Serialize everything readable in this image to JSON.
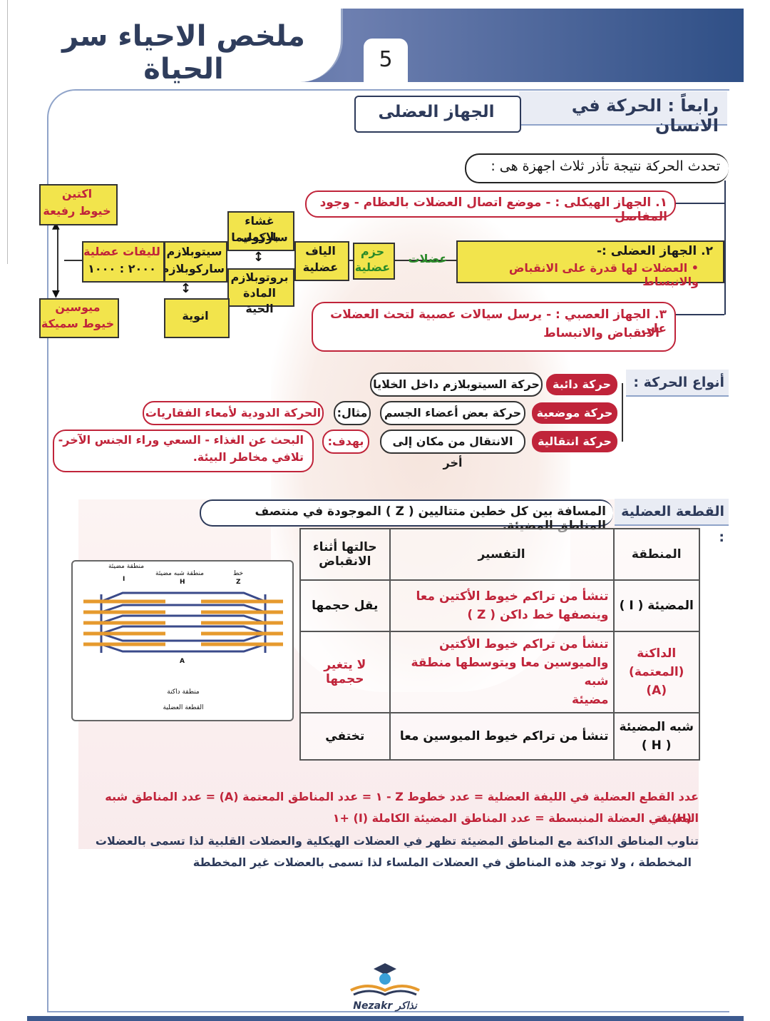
{
  "header": {
    "title": "ملخص الاحياء سر الحياة",
    "page_number": "5"
  },
  "section": {
    "title": "رابعاً : الحركة في الانسان",
    "subtitle": "الجهاز العضلى"
  },
  "intro": "تحدث الحركة نتيجة تأذر ثلاث اجهزة هى :",
  "systems": {
    "s1": "١. الجهاز الهيكلى : - موضع اتصال العضلات بالعظام - وجود المفاصل",
    "s2_head": "٢. الجهاز العضلى :-",
    "s2_body": "• العضلات لها قدرة على الانقباض والانبساط",
    "s3_line1": "٣. الجهاز العصبي : - يرسل سيالات عصبية لتحث العضلات على",
    "s3_line2": "الانقباض والانبساط"
  },
  "muscle_chart": {
    "muscles": "عضلات",
    "bundles_1": "حزم",
    "bundles_2": "عضلية",
    "fibers_1": "الياف",
    "fibers_2": "عضلية",
    "membrane_1": "غشاء بلازمى",
    "membrane_2": "ساركوليما",
    "protoplasm_1": "بروتوبلازم",
    "protoplasm_2": "المادة الحية",
    "cytoplasm_1": "سيتوبلازم",
    "cytoplasm_2": "ساركوبلازم",
    "nuclei": "انوية",
    "myofibrils_1": "لليفات عضلية",
    "myofibrils_2": "٢٠٠٠ : ١٠٠٠",
    "actin_1": "اكتين",
    "actin_2": "خيوط رفيعة",
    "myosin_1": "ميوسين",
    "myosin_2": "خيوط سميكة"
  },
  "movement_types": {
    "label": "أنواع الحركة :",
    "items": [
      {
        "tag": "حركة دائبة",
        "desc": "حركة السيتوبلازم داخل الخلايا"
      },
      {
        "tag": "حركة موضعية",
        "desc": "حركة بعض أعضاء الجسم",
        "ex_label": "مثال:",
        "ex": "الحركة الدودية لأمعاء الفقاريات"
      },
      {
        "tag": "حركة انتقالية",
        "desc": "الانتقال من مكان إلى أخر",
        "goal_label": "بهدف:",
        "goal_1": "البحث عن الغذاء - السعي وراء الجنس الآخر-",
        "goal_2": "تلافي مخاطر البيئة."
      }
    ]
  },
  "sarcomere": {
    "label": "القطعة العضلية :",
    "definition": "المسافة بين كل خطين متتاليين ( Z ) الموجودة في منتصف المناطق المضيئة."
  },
  "table": {
    "headers": [
      "المنطقة",
      "التفسير",
      "حالتها أثناء الانقباض"
    ],
    "rows": [
      {
        "zone": "المضيئة ( I )",
        "expl_1": "تنشأ من تراكم خيوط الأكتين معا",
        "expl_2": "وينصفها خط داكن ( Z )",
        "state": "يقل حجمها"
      },
      {
        "zone_1": "الداكنة",
        "zone_2": "(المعتمة)",
        "zone_3": "(A)",
        "expl_1": "تنشأ من تراكم خيوط الأكتين",
        "expl_2": "والميوسين معا ويتوسطها منطقة شبه",
        "expl_3": "مضيئة",
        "state": "لا يتغير حجمها"
      },
      {
        "zone_1": "شبه المضيئة",
        "zone_2": "( H )",
        "expl_1": "تنشأ من تراكم خيوط الميوسين معا",
        "state": "تختفي"
      }
    ]
  },
  "diagram": {
    "light_zone": "منطقة مضيئة",
    "semi_light_zone": "منطقة شبه مضيئة",
    "z_line": "خط",
    "letter_i": "I",
    "letter_h": "H",
    "letter_z": "Z",
    "letter_a": "A",
    "dark_zone": "منطقة داكنة",
    "sarcomere": "القطعة العضلية"
  },
  "notes": {
    "n1_line1": "عدد القطع العضلية في الليفة العضلية = عدد خطوط Z - ١ = عدد المناطق المعتمة (A) = عدد المناطق شبه المضيئة",
    "n1_line2": "(H) في العضلة المنبسطة = عدد المناطق المضيئة الكاملة (I) +١",
    "n2_line1": "تناوب المناطق الداكنة مع المناطق المضيئة تظهر في العضلات الهيكلية والعضلات القلبية لذا تسمى بالعضلات",
    "n2_line2": "المخططة ، ولا توجد هذه المناطق في العضلات الملساء لذا تسمى بالعضلات غير المخططة"
  },
  "logo": {
    "text": "Nezakr نذاكر"
  },
  "colors": {
    "red": "#c0243a",
    "yellow": "#f2e44c",
    "navy": "#2d3a5a"
  }
}
